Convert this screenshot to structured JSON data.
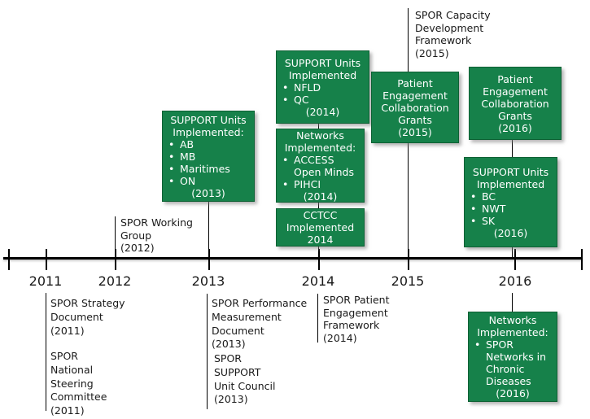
{
  "colors": {
    "box_green": "#16814a",
    "box_border": "#0e6134",
    "text_color": "#1a1a1a",
    "axis_color": "#000000"
  },
  "glyphs": {
    "bullet": "•"
  },
  "axis": {
    "years": [
      "2011",
      "2012",
      "2013",
      "2014",
      "2015",
      "2016"
    ]
  },
  "annotations": {
    "capacity_framework": "SPOR Capacity\nDevelopment\nFramework\n(2015)",
    "working_group": "SPOR Working\nGroup\n(2012)",
    "strategy_document": "SPOR Strategy\nDocument\n(2011)",
    "steering_committee": "SPOR\nNational\nSteering\nCommittee\n(2011)",
    "performance_measurement": "SPOR Performance\nMeasurement\nDocument\n(2013)",
    "support_unit_council": "SPOR\nSUPPORT\nUnit Council\n(2013)",
    "patient_engagement_framework": "SPOR Patient\nEngagement\nFramework\n(2014)"
  },
  "boxes": {
    "su2013": {
      "title": "SUPPORT Units\nImplemented:",
      "items": [
        "AB",
        "MB",
        "Maritimes",
        "ON"
      ],
      "year": "(2013)"
    },
    "su2014": {
      "title": "SUPPORT Units\nImplemented",
      "items": [
        "NFLD",
        "QC"
      ],
      "year": "(2014)"
    },
    "net2014": {
      "title": "Networks\nImplemented:",
      "items": [
        "ACCESS Open Minds",
        "PIHCI"
      ],
      "year": "(2014)"
    },
    "cctcc2014": {
      "text": "CCTCC\nImplemented\n2014"
    },
    "pecg2015": {
      "text": "Patient\nEngagement\nCollaboration\nGrants\n(2015)"
    },
    "pecg2016": {
      "text": "Patient\nEngagement\nCollaboration\nGrants\n(2016)"
    },
    "su2016": {
      "title": "SUPPORT Units\nImplemented",
      "items": [
        "BC",
        "NWT",
        "SK"
      ],
      "year": "(2016)"
    },
    "net2016": {
      "title": "Networks\nImplemented:",
      "items": [
        "SPOR Networks in Chronic Diseases"
      ],
      "year": "(2016)"
    }
  }
}
